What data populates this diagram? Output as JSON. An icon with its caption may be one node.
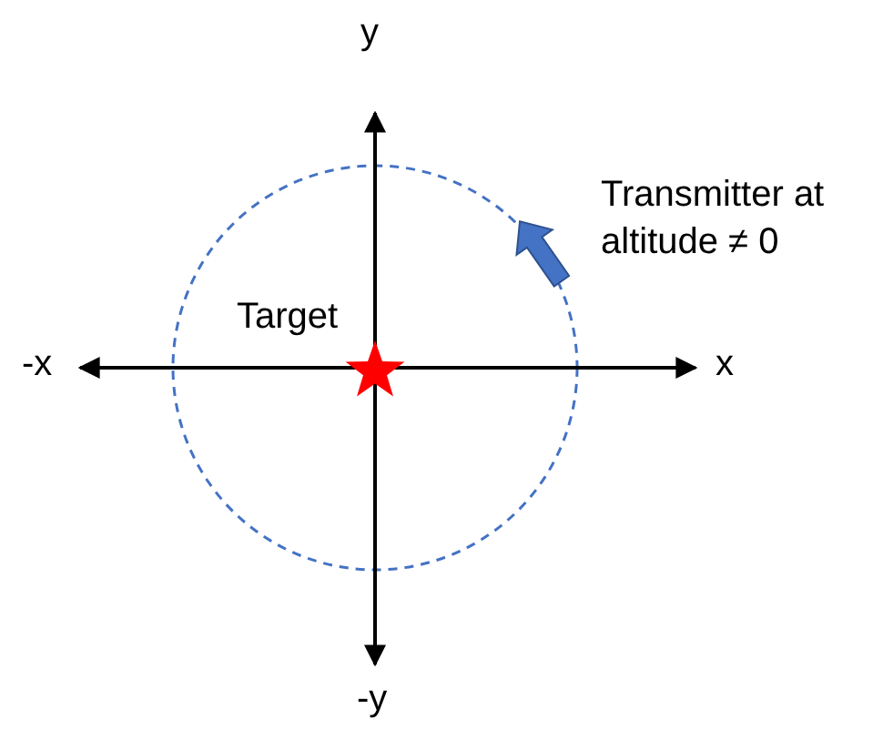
{
  "diagram": {
    "nodes": [
      {
        "text": [],
        "shape": "star",
        "beside": [
          "Target"
        ]
      }
    ],
    "labels": [
      "y",
      "-x",
      "x",
      "-y",
      "Transmitter at altitude ≠ 0"
    ]
  }
}
